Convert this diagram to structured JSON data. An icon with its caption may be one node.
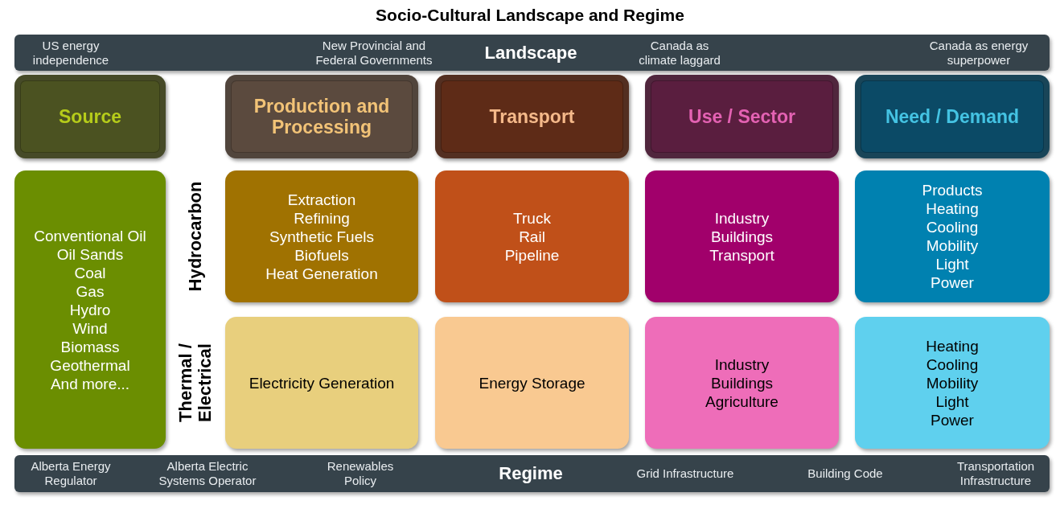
{
  "diagram": {
    "title": "Socio-Cultural Landscape and Regime",
    "nodes": [
      {
        "text": [
          "US energy independence",
          "New Provincial and Federal Governments",
          "Landscape",
          "Canada as climate laggard",
          "Canada as energy superpower"
        ]
      },
      {
        "text": [
          "Source"
        ]
      },
      {
        "text": [
          "Production and Processing"
        ]
      },
      {
        "text": [
          "Transport"
        ]
      },
      {
        "text": [
          "Use / Sector"
        ]
      },
      {
        "text": [
          "Need / Demand"
        ]
      },
      {
        "text": [
          "Conventional Oil",
          "Oil Sands",
          "Coal",
          "Gas",
          "Hydro",
          "Wind",
          "Biomass",
          "Geothermal",
          "And more..."
        ]
      },
      {
        "text": [
          "Extraction",
          "Refining",
          "Synthetic Fuels",
          "Biofuels",
          "Heat Generation"
        ]
      },
      {
        "text": [
          "Truck",
          "Rail",
          "Pipeline"
        ]
      },
      {
        "text": [
          "Industry",
          "Buildings",
          "Transport"
        ]
      },
      {
        "text": [
          "Products",
          "Heating",
          "Cooling",
          "Mobility",
          "Light",
          "Power"
        ]
      },
      {
        "text": [
          "Electricity Generation"
        ]
      },
      {
        "text": [
          "Energy Storage"
        ]
      },
      {
        "text": [
          "Industry",
          "Buildings",
          "Agriculture"
        ]
      },
      {
        "text": [
          "Heating",
          "Cooling",
          "Mobility",
          "Light",
          "Power"
        ]
      },
      {
        "text": [
          "Alberta Energy Regulator",
          "Alberta Electric Systems Operator",
          "Renewables Policy",
          "Regime",
          "Grid Infrastructure",
          "Building Code",
          "Transportation Infrastructure"
        ]
      }
    ],
    "labels": [
      "Hydrocarbon",
      "Thermal / Electrical"
    ]
  }
}
